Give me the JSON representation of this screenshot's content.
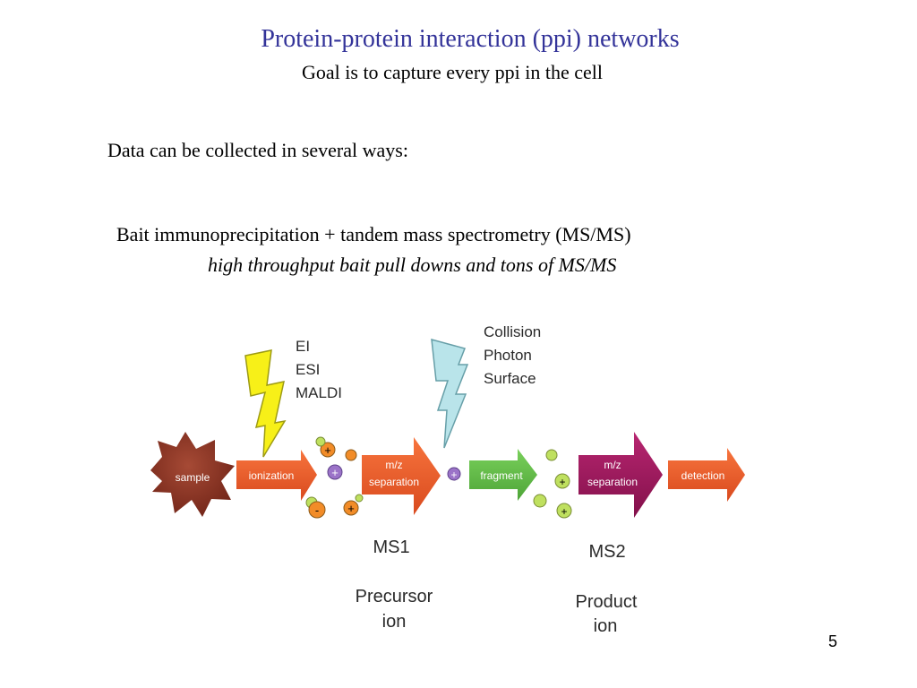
{
  "slide": {
    "title": "Protein-protein interaction (ppi) networks",
    "subtitle": "Goal is to capture every ppi in the cell",
    "data_collection_text": "Data can be collected in several ways:",
    "method_text": "Bait immunoprecipitation + tandem mass spectrometry (MS/MS)",
    "method_detail_text": "high throughput bait pull downs and tons of MS/MS",
    "page_number": "5"
  },
  "diagram": {
    "sample_label": "sample",
    "ionization_label": "ionization",
    "ms1_separation_label": [
      "m/z",
      "separation"
    ],
    "fragment_label": "fragment",
    "ms2_separation_label": [
      "m/z",
      "separation"
    ],
    "detection_label": "detection",
    "ionization_methods": [
      "EI",
      "ESI",
      "MALDI"
    ],
    "fragmentation_methods": [
      "Collision",
      "Photon",
      "Surface"
    ],
    "ms1_label": "MS1",
    "ms2_label": "MS2",
    "precursor_ion_label": [
      "Precursor",
      "ion"
    ],
    "product_ion_label": [
      "Product",
      "ion"
    ],
    "ion_signs": {
      "plus": "+",
      "minus": "-"
    },
    "colors": {
      "title": "#333399",
      "sample": "#8b3a2b",
      "orange_arrow": "#e8572a",
      "green_arrow": "#68c04a",
      "magenta_arrow": "#a3195b",
      "yellow_lightning": "#f7f018",
      "blue_lightning": "#b9e4ea",
      "orange_ion": "#f28c28",
      "purple_ion": "#9b73c8",
      "green_ion": "#bfe05f"
    }
  }
}
